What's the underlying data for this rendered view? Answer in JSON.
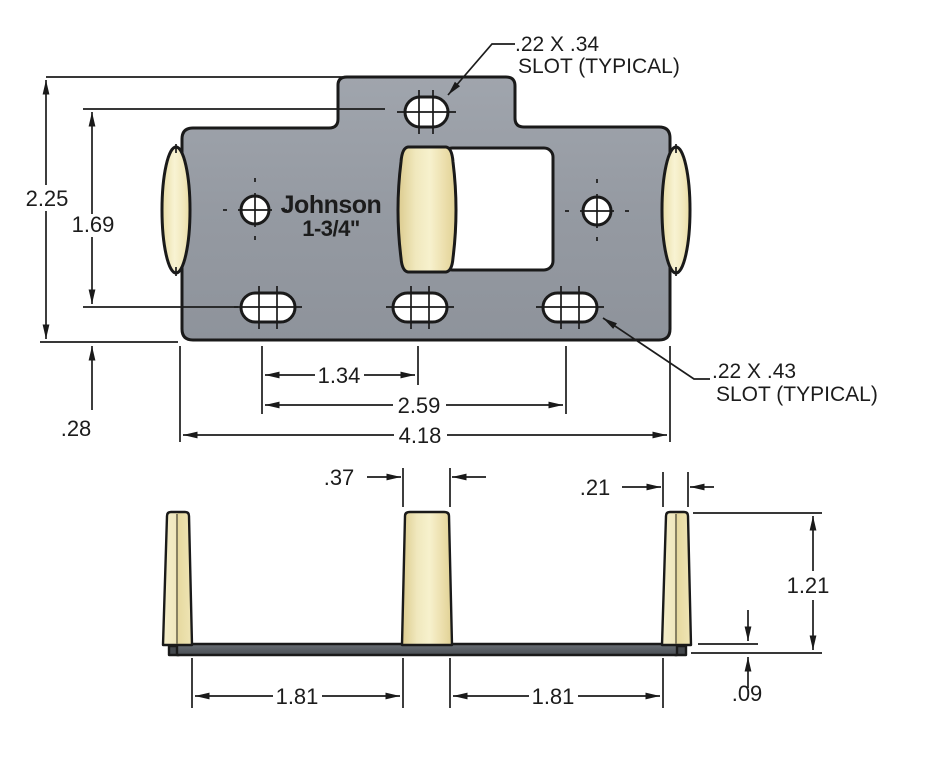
{
  "part_label": {
    "line1": "Johnson",
    "line2": "1-3/4\""
  },
  "callouts": {
    "top_slot": {
      "size": ".22 X .34",
      "note": "SLOT (TYPICAL)"
    },
    "bottom_slot": {
      "size": ".22 X .43",
      "note": "SLOT (TYPICAL)"
    }
  },
  "top_view": {
    "dims": {
      "overall_height": "2.25",
      "hole_span_height": "1.69",
      "bottom_edge_offset": ".28",
      "slot_spacing": "1.34",
      "slot_span": "2.59",
      "overall_width": "4.18"
    }
  },
  "side_view": {
    "dims": {
      "center_post_width": ".37",
      "end_post_width": ".21",
      "overall_height": "1.21",
      "base_thickness": ".09",
      "gap_left": "1.81",
      "gap_right": "1.81"
    }
  },
  "colors": {
    "plate_gray": "#969ba3",
    "roller_cream": "#f5efcb",
    "base_dark": "#565b61",
    "line": "#1a1a1a",
    "cutout_white": "#ffffff"
  }
}
